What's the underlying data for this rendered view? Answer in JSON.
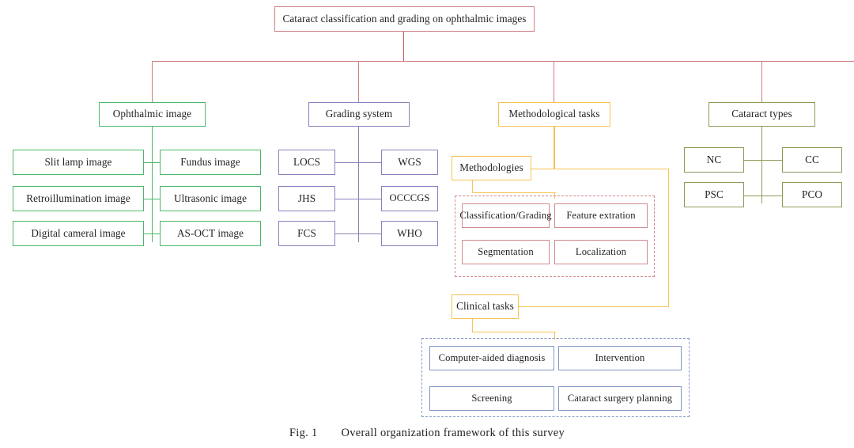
{
  "figure": {
    "caption_label": "Fig. 1",
    "caption_text": "Overall organization framework of this survey"
  },
  "colors": {
    "root": "#cf7f83",
    "ophthalmic_image": "#4cb86a",
    "grading_system": "#8a80bd",
    "methodological_tasks": "#f6c453",
    "cataract_types": "#8d9b57",
    "methodologies_group": "#d08a8e",
    "clinical_group": "#8398c6",
    "text": "#231f20",
    "background": "#ffffff"
  },
  "root": {
    "label": "Cataract classification and grading on ophthalmic images"
  },
  "branches": {
    "ophthalmic_image": {
      "label": "Ophthalmic image",
      "children_left": [
        "Slit lamp image",
        "Retroillumination image",
        "Digital cameral image"
      ],
      "children_right": [
        "Fundus image",
        "Ultrasonic image",
        "AS-OCT image"
      ]
    },
    "grading_system": {
      "label": "Grading system",
      "children_left": [
        "LOCS",
        "JHS",
        "FCS"
      ],
      "children_right": [
        "WGS",
        "OCCCGS",
        "WHO"
      ]
    },
    "methodological_tasks": {
      "label": "Methodological tasks",
      "methodologies": {
        "label": "Methodologies",
        "items": [
          "Classification/Grading",
          "Feature extration",
          "Segmentation",
          "Localization"
        ]
      },
      "clinical_tasks": {
        "label": "Clinical tasks",
        "items": [
          "Computer-aided diagnosis",
          "Intervention",
          "Screening",
          "Cataract surgery planning"
        ]
      }
    },
    "cataract_types": {
      "label": "Cataract types",
      "children_left": [
        "NC",
        "PSC"
      ],
      "children_right": [
        "CC",
        "PCO"
      ]
    }
  }
}
